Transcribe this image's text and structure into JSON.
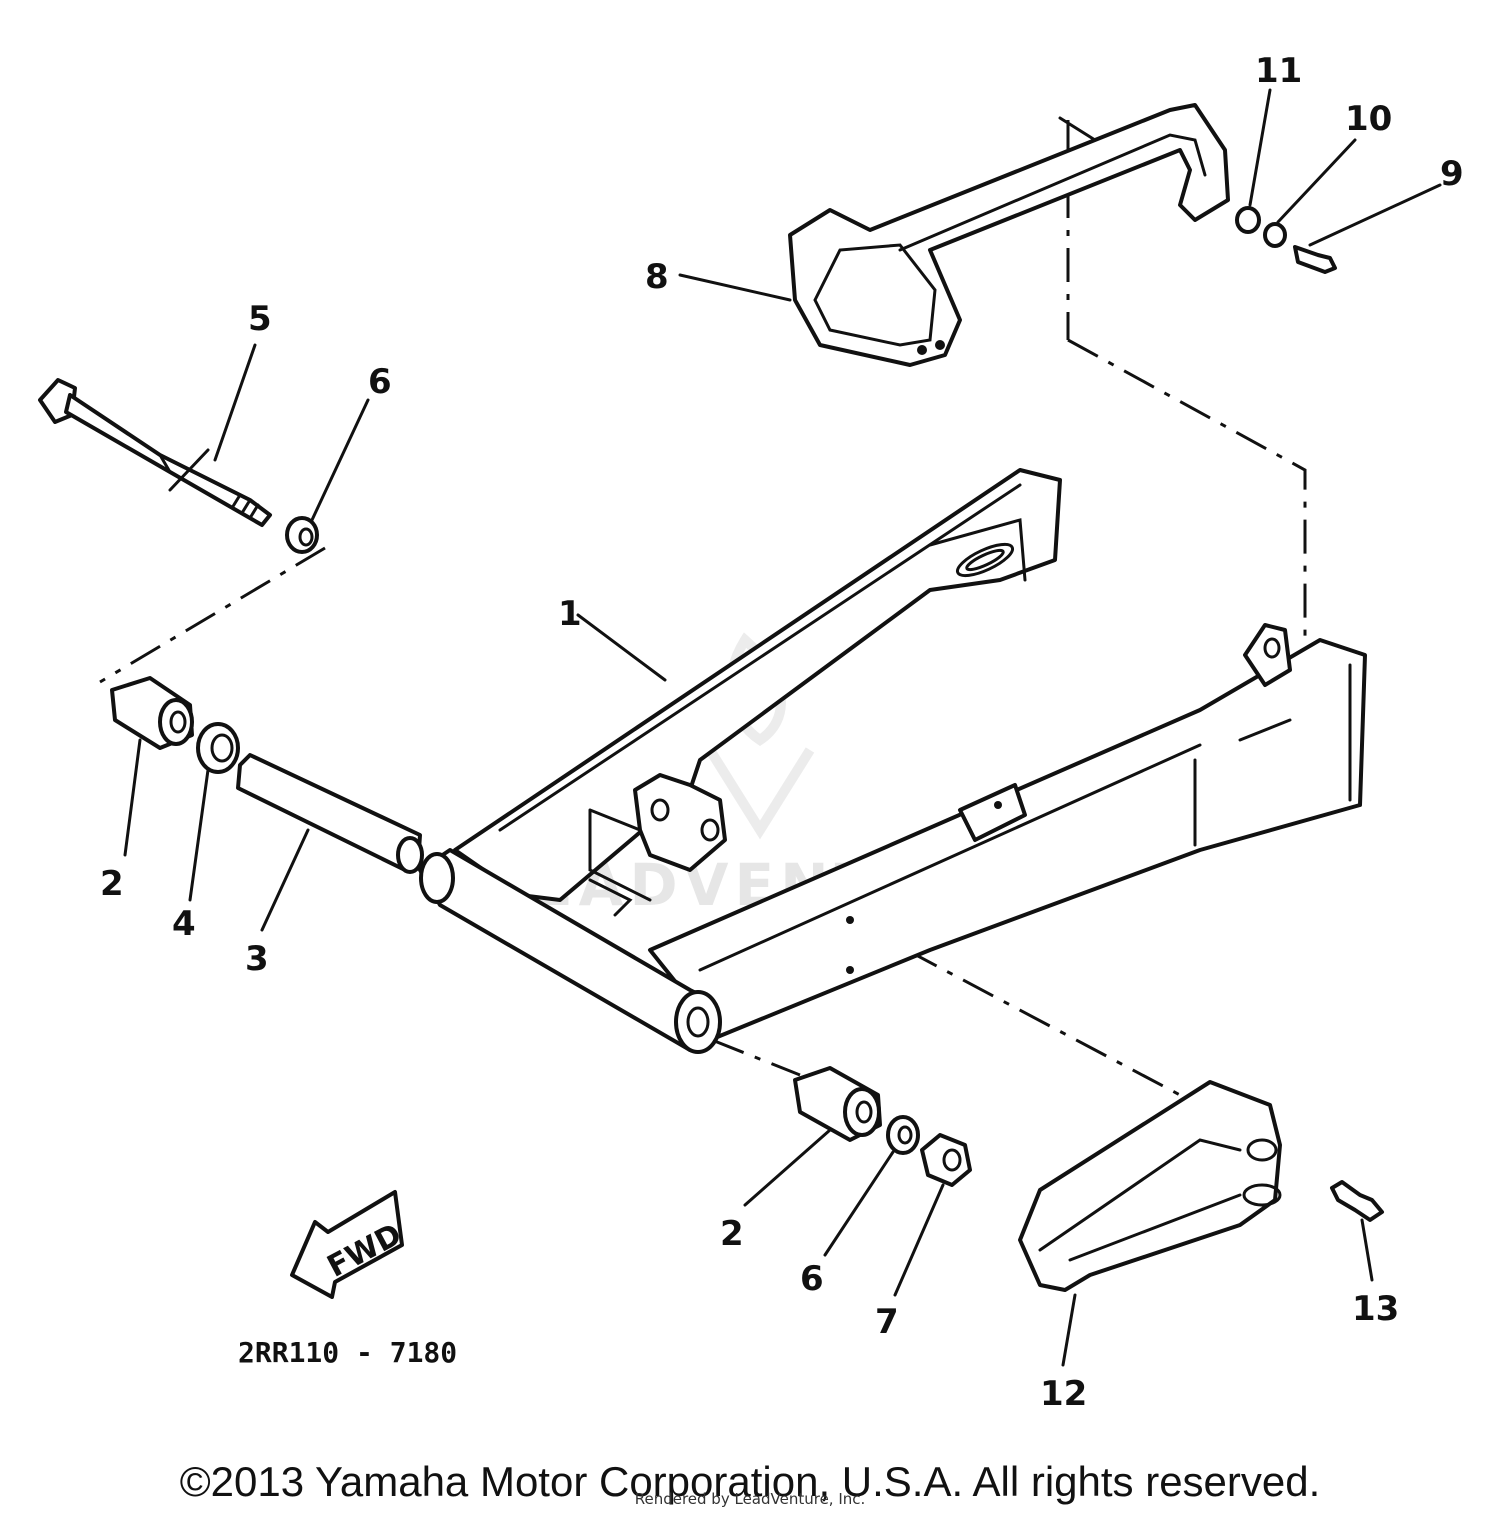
{
  "diagram": {
    "callouts": [
      "1",
      "2",
      "2",
      "3",
      "4",
      "5",
      "6",
      "6",
      "7",
      "8",
      "9",
      "10",
      "11",
      "12",
      "13"
    ],
    "fwd_label": "FWD",
    "drawing_code": "2RR110 - 7180",
    "watermark": "LEADVENTURE"
  },
  "footer": {
    "copyright": "©2013 Yamaha Motor Corporation, U.S.A. All rights reserved.",
    "rendered_by": "Rendered by LeadVenture, Inc."
  }
}
